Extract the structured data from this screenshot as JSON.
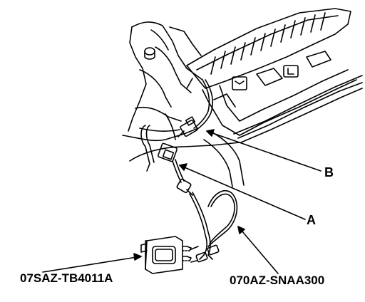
{
  "labels": {
    "b": "B",
    "a": "A",
    "module_part_number": "07SAZ-TB4011A",
    "harness_part_number": "070AZ-SNAA300"
  },
  "colors": {
    "line": "#000000",
    "background": "#ffffff"
  }
}
